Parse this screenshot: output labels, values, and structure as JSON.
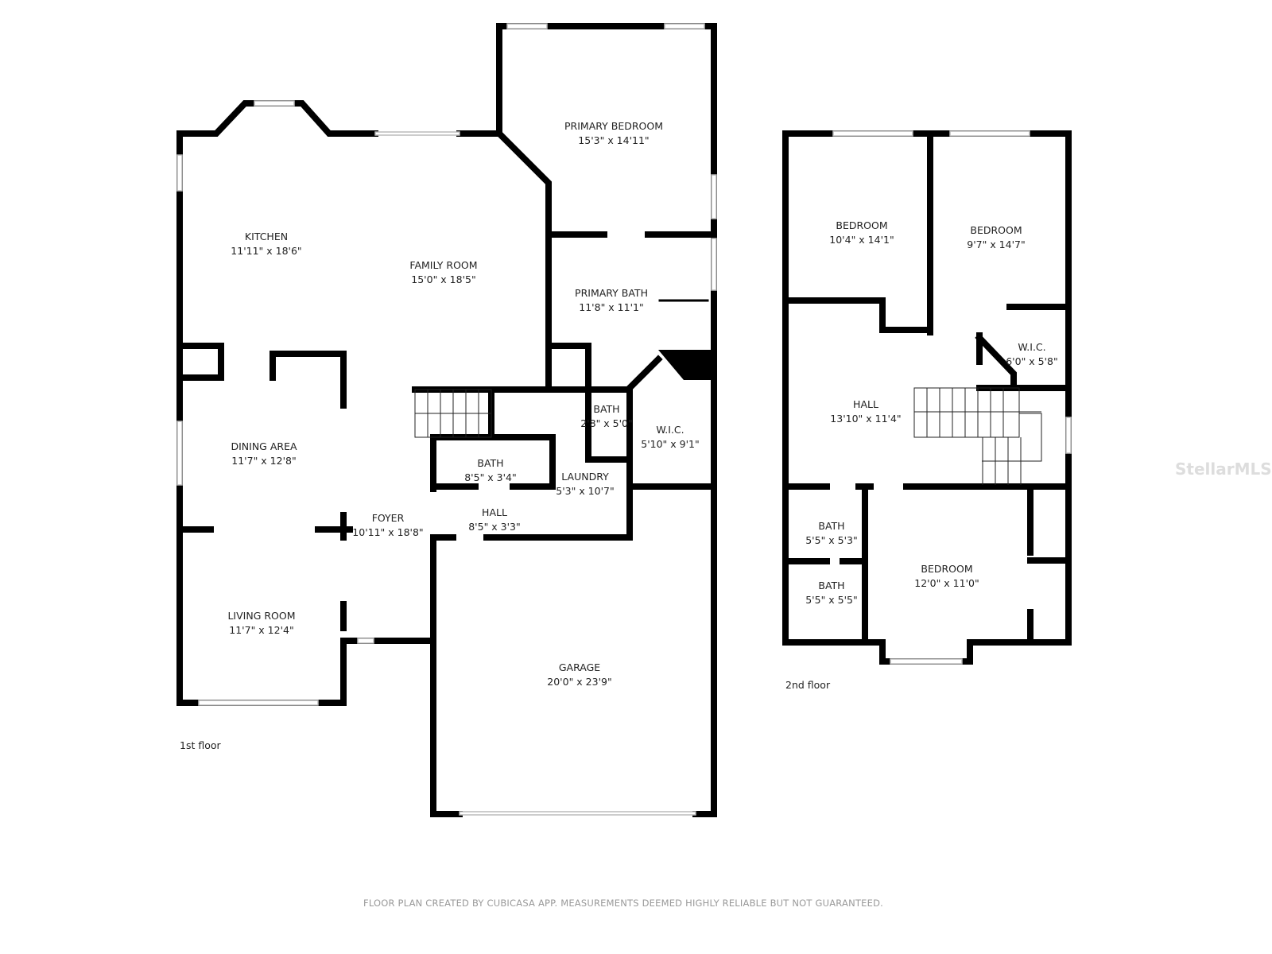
{
  "first_floor": {
    "label": "1st floor",
    "rooms": [
      {
        "name": "PRIMARY BEDROOM",
        "dims": "15'3\" x 14'11\""
      },
      {
        "name": "KITCHEN",
        "dims": "11'11\" x 18'6\""
      },
      {
        "name": "FAMILY ROOM",
        "dims": "15'0\" x 18'5\""
      },
      {
        "name": "PRIMARY BATH",
        "dims": "11'8\" x 11'1\""
      },
      {
        "name": "BATH",
        "dims": "2'8\" x 5'0\""
      },
      {
        "name": "W.I.C.",
        "dims": "5'10\" x 9'1\""
      },
      {
        "name": "DINING AREA",
        "dims": "11'7\" x 12'8\""
      },
      {
        "name": "BATH",
        "dims": "8'5\" x 3'4\""
      },
      {
        "name": "LAUNDRY",
        "dims": "5'3\" x 10'7\""
      },
      {
        "name": "HALL",
        "dims": "8'5\" x 3'3\""
      },
      {
        "name": "FOYER",
        "dims": "10'11\" x 18'8\""
      },
      {
        "name": "LIVING ROOM",
        "dims": "11'7\" x 12'4\""
      },
      {
        "name": "GARAGE",
        "dims": "20'0\" x 23'9\""
      }
    ]
  },
  "second_floor": {
    "label": "2nd floor",
    "rooms": [
      {
        "name": "BEDROOM",
        "dims": "10'4\" x 14'1\""
      },
      {
        "name": "BEDROOM",
        "dims": "9'7\" x 14'7\""
      },
      {
        "name": "W.I.C.",
        "dims": "6'0\" x 5'8\""
      },
      {
        "name": "HALL",
        "dims": "13'10\" x 11'4\""
      },
      {
        "name": "BATH",
        "dims": "5'5\" x 5'3\""
      },
      {
        "name": "BEDROOM",
        "dims": "12'0\" x 11'0\""
      },
      {
        "name": "BATH",
        "dims": "5'5\" x 5'5\""
      }
    ]
  },
  "footer": "FLOOR PLAN CREATED BY CUBICASA APP. MEASUREMENTS DEEMED HIGHLY RELIABLE BUT NOT GUARANTEED.",
  "watermark": "StellarMLS"
}
